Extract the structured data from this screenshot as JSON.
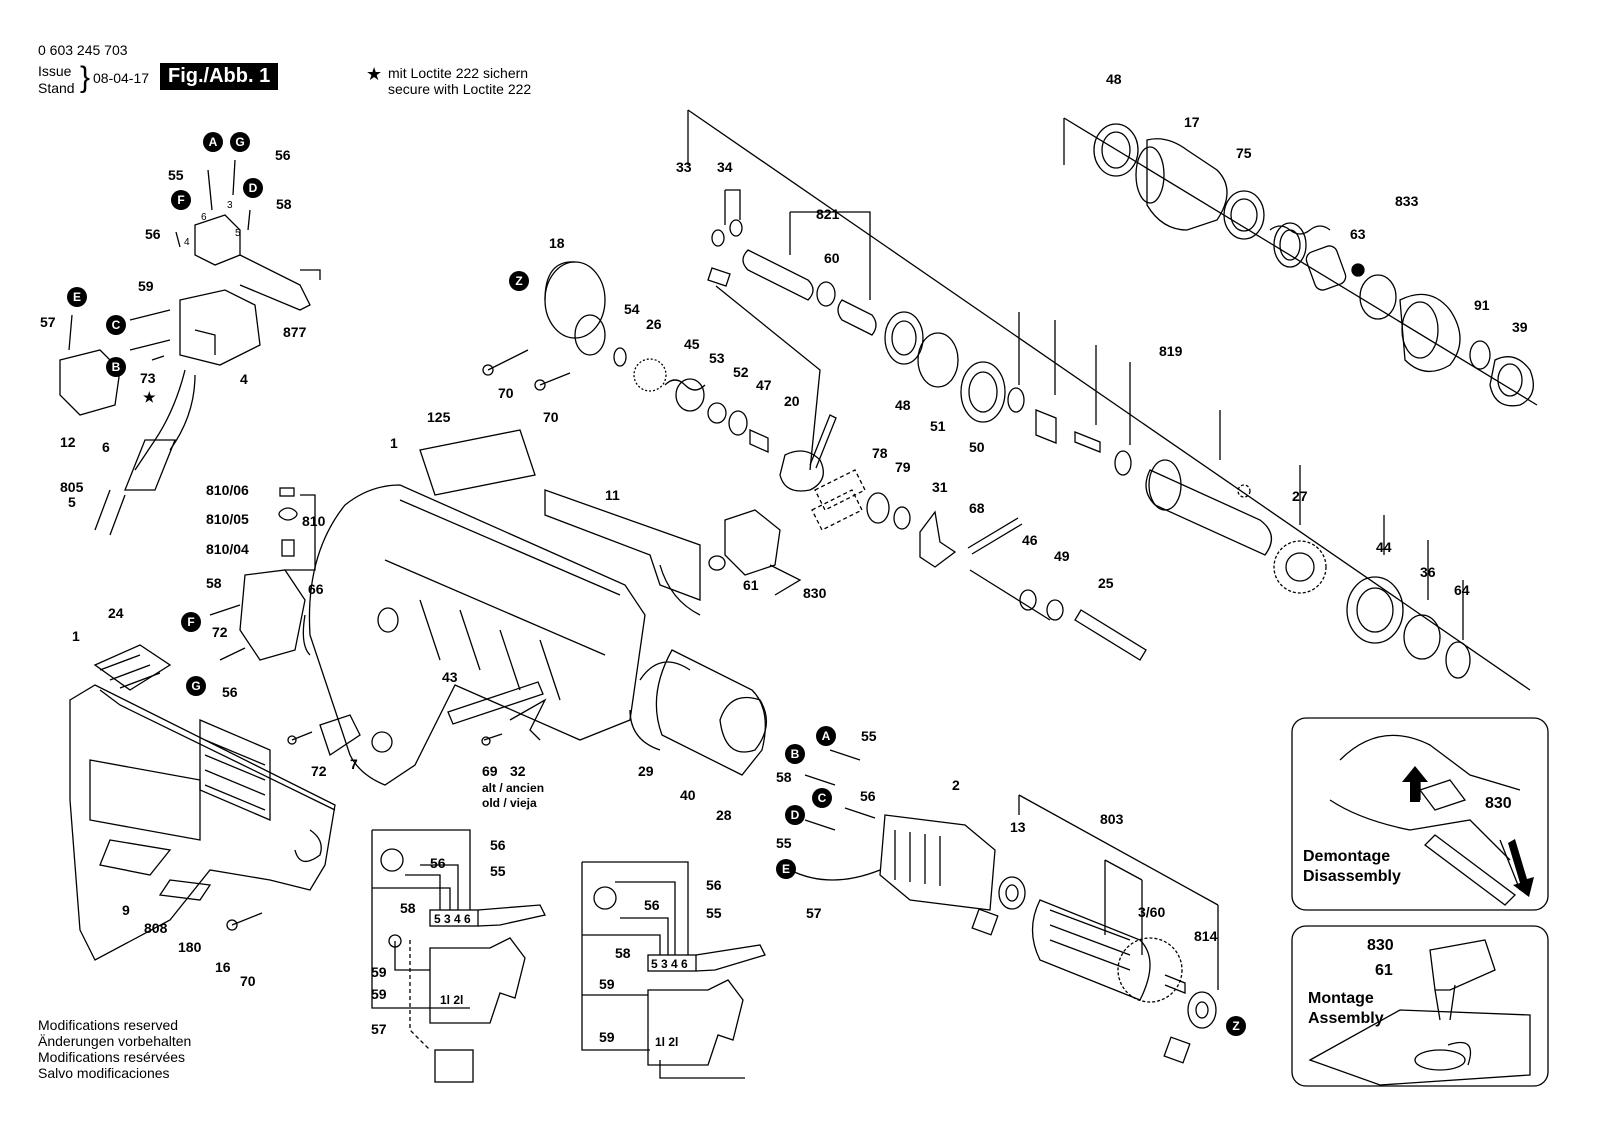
{
  "header": {
    "part_number": "0 603 245 703",
    "issue_word": "Issue",
    "stand_word": "Stand",
    "date": "08-04-17",
    "figure": "Fig./Abb. 1",
    "star_note_de": "mit Loctite 222 sichern",
    "star_note_en": "secure with Loctite 222"
  },
  "footer": {
    "lines": [
      "Modifications reserved",
      "Änderungen vorbehalten",
      "Modifications resérvées",
      "Salvo modificaciones"
    ]
  },
  "callouts": [
    "A",
    "G",
    "F",
    "D",
    "E",
    "C",
    "B",
    "Z"
  ],
  "part_labels": [
    "48",
    "17",
    "75",
    "833",
    "63",
    "91",
    "39",
    "33",
    "34",
    "821",
    "60",
    "18",
    "54",
    "26",
    "45",
    "53",
    "52",
    "47",
    "20",
    "70",
    "51",
    "50",
    "819",
    "78",
    "79",
    "31",
    "68",
    "46",
    "49",
    "25",
    "27",
    "44",
    "36",
    "64",
    "125",
    "11",
    "61",
    "830",
    "1",
    "810/06",
    "810/05",
    "810/04",
    "810",
    "58",
    "66",
    "72",
    "56",
    "24",
    "43",
    "69",
    "32",
    "29",
    "40",
    "28",
    "7",
    "55",
    "57",
    "59",
    "73",
    "12",
    "6",
    "805",
    "5",
    "877",
    "4",
    "2",
    "13",
    "803",
    "3/60",
    "814",
    "9",
    "808",
    "180",
    "16"
  ],
  "text_labels": {
    "old_variant_line1": "alt / ancien",
    "old_variant_line2": "old / vieja"
  },
  "insets": {
    "demontage": {
      "line1": "Demontage",
      "line2": "Disassembly",
      "part": "830"
    },
    "montage": {
      "line1": "Montage",
      "line2": "Assembly",
      "part_a": "830",
      "part_b": "61"
    }
  },
  "wiring": {
    "terminal_numbers": "5 3 4 6",
    "switch_contacts": "1l 2l"
  },
  "colors": {
    "ink": "#000000",
    "paper": "#ffffff",
    "callout_fill": "#000000"
  }
}
